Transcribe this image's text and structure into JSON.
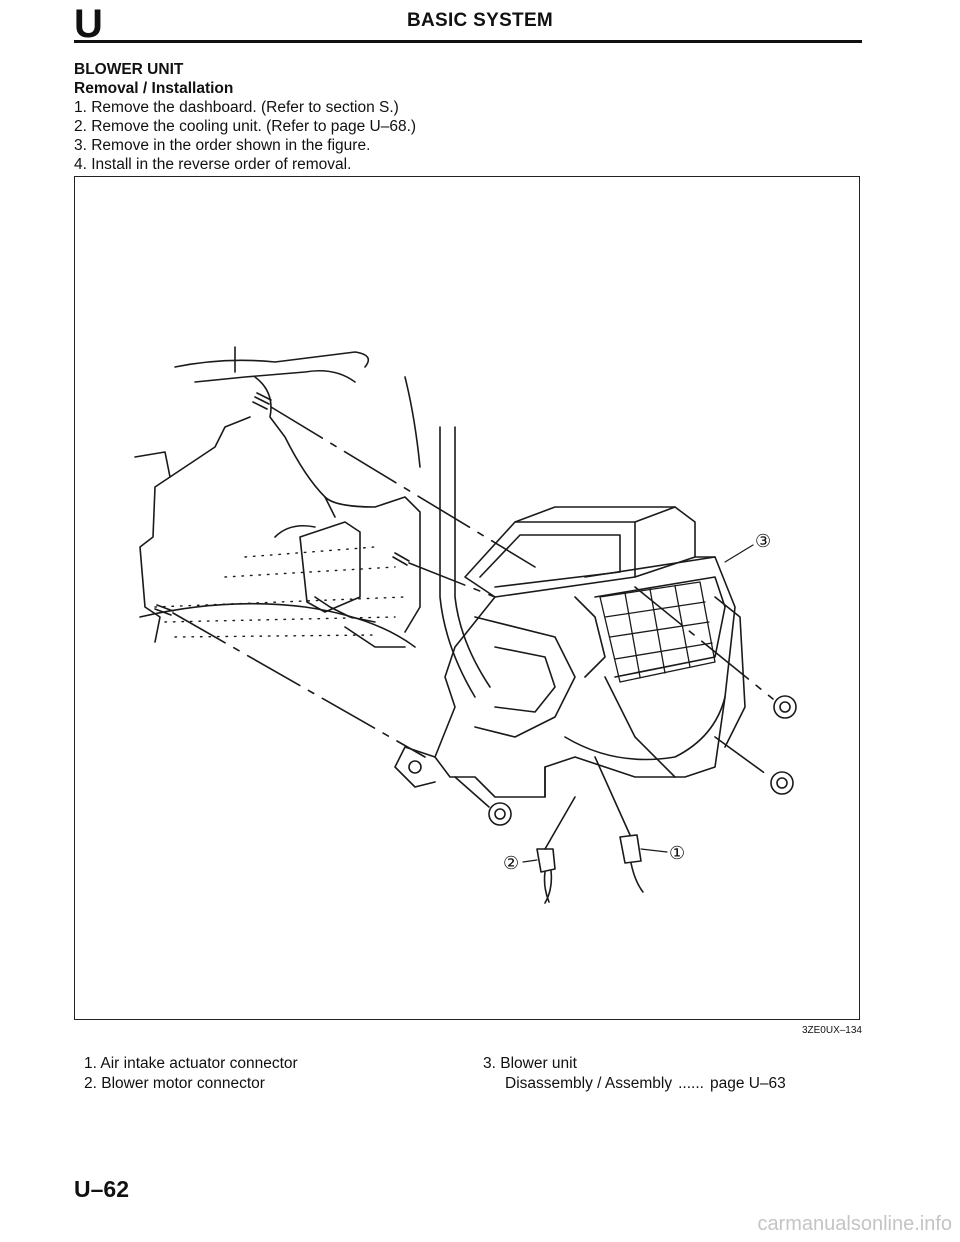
{
  "header": {
    "section_letter": "U",
    "title": "BASIC SYSTEM"
  },
  "section": {
    "heading": "BLOWER UNIT",
    "subheading": "Removal / Installation",
    "steps": [
      "1. Remove the dashboard. (Refer to section S.)",
      "2. Remove the cooling unit. (Refer to page U–68.)",
      "3. Remove in the order shown in the figure.",
      "4. Install in the reverse order of removal."
    ]
  },
  "figure": {
    "code": "3ZE0UX–134",
    "callouts": [
      "①",
      "②",
      "③"
    ]
  },
  "legend": {
    "left": [
      "1. Air intake actuator connector",
      "2. Blower motor connector"
    ],
    "right_item": "3. Blower unit",
    "right_sub_label": "Disassembly / Assembly",
    "right_sub_dots": "......",
    "right_sub_page": "page U–63"
  },
  "page_number": "U–62",
  "watermark": "carmanualsonline.info"
}
